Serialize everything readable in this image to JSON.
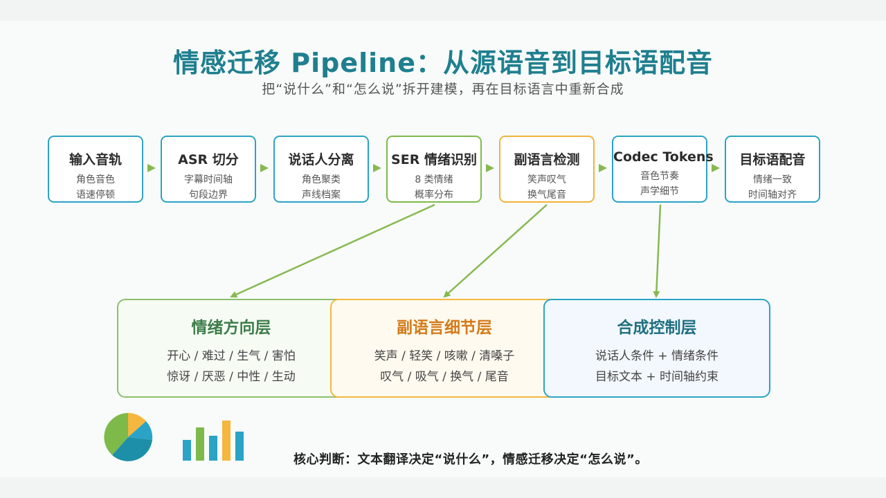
{
  "title": "情感迁移 Pipeline：从源语音到目标语配音",
  "subtitle": "把“说什么”和“怎么说”拆开建模，再在目标语言中重新合成",
  "pipeline": [
    {
      "title": "输入音轨",
      "lines": [
        "角色音色",
        "语速停顿"
      ]
    },
    {
      "title": "ASR 切分",
      "lines": [
        "字幕时间轴",
        "句段边界"
      ]
    },
    {
      "title": "说话人分离",
      "lines": [
        "角色聚类",
        "声线档案"
      ]
    },
    {
      "title": "SER 情绪识别",
      "lines": [
        "8 类情绪",
        "概率分布"
      ]
    },
    {
      "title": "副语言检测",
      "lines": [
        "笑声叹气",
        "换气尾音"
      ]
    },
    {
      "title": "Codec Tokens",
      "lines": [
        "音色节奏",
        "声学细节"
      ]
    },
    {
      "title": "目标语配音",
      "lines": [
        "情绪一致",
        "时间轴对齐"
      ]
    }
  ],
  "layers": {
    "emotion": {
      "title": "情绪方向层",
      "lines": [
        "开心 / 难过 / 生气 / 害怕",
        "惊讶 / 厌恶 / 中性 / 生动"
      ]
    },
    "para": {
      "title": "副语言细节层",
      "lines": [
        "笑声 / 轻笑 / 咳嗽 / 清嗓子",
        "叹气 / 吸气 / 换气 / 尾音"
      ]
    },
    "synth": {
      "title": "合成控制层",
      "lines": [
        "说话人条件 + 情绪条件",
        "目标文本 + 时间轴约束"
      ]
    }
  },
  "footer": "核心判断：文本翻译决定“说什么”，情感迁移决定“怎么说”。",
  "colors": {
    "teal": "#2aa3c6",
    "green": "#7dba4a",
    "orange": "#f2b33a",
    "title": "#1f7f8f"
  }
}
